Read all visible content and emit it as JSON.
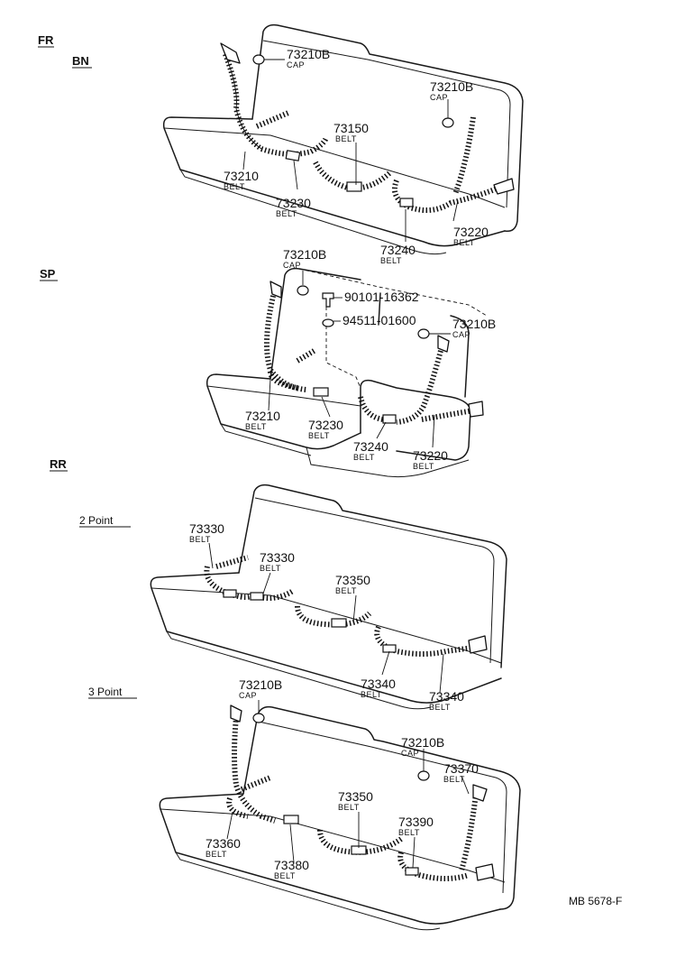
{
  "sections": {
    "fr": "FR",
    "bn": "BN",
    "sp": "SP",
    "rr": "RR",
    "two_point": "2 Point",
    "three_point": "3 Point"
  },
  "labels": {
    "bn_cap_left_num": "73210B",
    "bn_cap_left_sub": "CAP",
    "bn_cap_right_num": "73210B",
    "bn_cap_right_sub": "CAP",
    "bn_73150_num": "73150",
    "bn_73150_sub": "BELT",
    "bn_73210_num": "73210",
    "bn_73210_sub": "BELT",
    "bn_73230_num": "73230",
    "bn_73230_sub": "BELT",
    "bn_73220_num": "73220",
    "bn_73220_sub": "BELT",
    "bn_73240_num": "73240",
    "bn_73240_sub": "BELT",
    "sp_cap_left_num": "73210B",
    "sp_cap_left_sub": "CAP",
    "sp_bolt_num": "90101-16362",
    "sp_nut_num": "94511-01600",
    "sp_cap_right_num": "73210B",
    "sp_cap_right_sub": "CAP",
    "sp_73210_num": "73210",
    "sp_73210_sub": "BELT",
    "sp_73230_num": "73230",
    "sp_73230_sub": "BELT",
    "sp_73240_num": "73240",
    "sp_73240_sub": "BELT",
    "sp_73220_num": "73220",
    "sp_73220_sub": "BELT",
    "p2_73330a_num": "73330",
    "p2_73330a_sub": "BELT",
    "p2_73330b_num": "73330",
    "p2_73330b_sub": "BELT",
    "p2_73350_num": "73350",
    "p2_73350_sub": "BELT",
    "p2_73340a_num": "73340",
    "p2_73340a_sub": "BELT",
    "p2_73340b_num": "73340",
    "p2_73340b_sub": "BELT",
    "p3_cap_left_num": "73210B",
    "p3_cap_left_sub": "CAP",
    "p3_cap_right_num": "73210B",
    "p3_cap_right_sub": "CAP",
    "p3_73370_num": "73370",
    "p3_73370_sub": "BELT",
    "p3_73350_num": "73350",
    "p3_73350_sub": "BELT",
    "p3_73390_num": "73390",
    "p3_73390_sub": "BELT",
    "p3_73360_num": "73360",
    "p3_73360_sub": "BELT",
    "p3_73380_num": "73380",
    "p3_73380_sub": "BELT"
  },
  "figure_code": "MB 5678-F"
}
